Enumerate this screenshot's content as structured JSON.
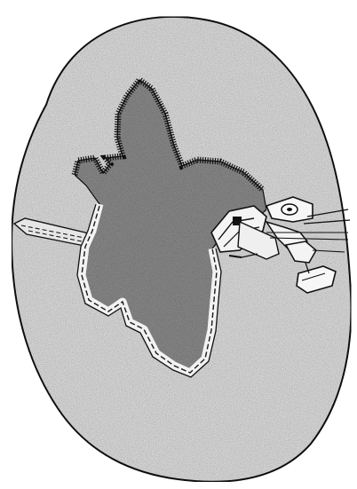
{
  "illustration": {
    "colors": {
      "paper": "#ffffff",
      "fabric": "#d7d7d7",
      "fabric_grain": "#a9a9a9",
      "applique": "#8f8f8f",
      "applique_grain": "#3f3f3f",
      "outline": "#111111",
      "basting": "#1a1a1a",
      "presser_foot": "#f4f4f4"
    },
    "icons": [
      "fabric-piece",
      "leaf-applique",
      "zigzag-satin-stitch",
      "straight-basting-stitch",
      "stem",
      "sewing-machine-presser-foot",
      "needle",
      "thread"
    ]
  }
}
